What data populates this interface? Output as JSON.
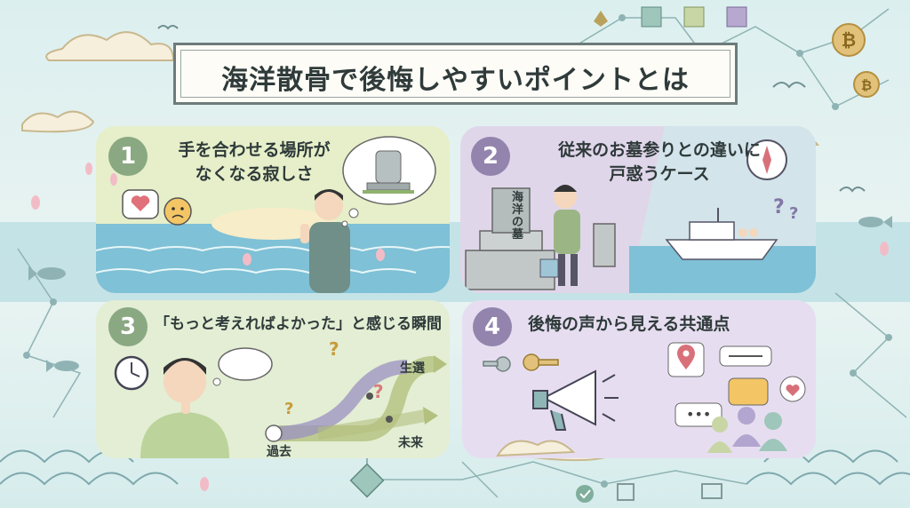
{
  "title": "海洋散骨で後悔しやすいポイントとは",
  "colors": {
    "card1": "#e6efc9",
    "card2": "#e0d6ea",
    "card3": "#e3eed4",
    "card4": "#e6def0",
    "num_green": "#8aa882",
    "num_purple": "#9384ad",
    "sea": "#7fc1d6"
  },
  "cards": [
    {
      "number": "1",
      "line1": "手を合わせる場所が",
      "line2": "なくなる寂しさ"
    },
    {
      "number": "2",
      "line1": "従来のお墓参りとの違いに",
      "line2": "戸惑うケース",
      "grave_text": "海洋の墓"
    },
    {
      "number": "3",
      "line1": "「もっと考えればよかった」と感じる瞬間"
    },
    {
      "number": "4",
      "line1": "後悔の声から見える共通点"
    }
  ],
  "timeline": {
    "past": "過去",
    "future": "未来",
    "alt": "生選"
  },
  "icons": [
    "heart-bubble-icon",
    "sad-face-icon",
    "gravestone-thought-icon",
    "compass-icon",
    "question-icon",
    "clock-icon",
    "key-icon",
    "megaphone-icon",
    "location-pin-icon",
    "chat-bubble-icon",
    "people-icon",
    "bitcoin-icon",
    "ethereum-icon",
    "fish-icon",
    "bird-icon",
    "cloud-icon"
  ]
}
